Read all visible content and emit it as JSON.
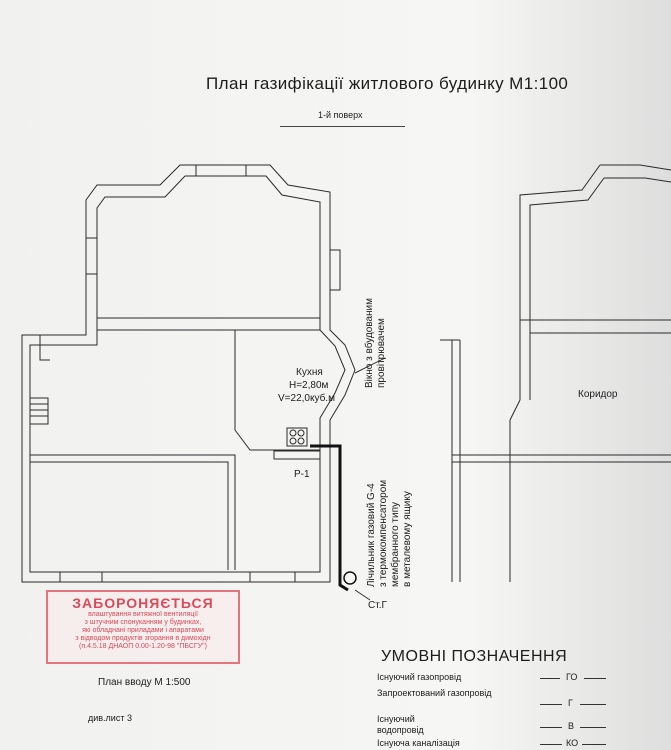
{
  "title": "План  газифікації   житлового будинку  М1:100",
  "floor_label": "1-й  поверх",
  "rooms": {
    "kitchen": {
      "name": "Кухня",
      "height": "Н=2,80м",
      "volume": "V=22,0куб.м"
    },
    "corridor": "Коридор"
  },
  "annotations": {
    "vent": [
      "Вікно з вбудованим",
      "провітрювачем"
    ],
    "meter": [
      "Лічильник газовий G-4",
      "з термокомпенсатором",
      "мембранного типу",
      "в металевому ящику"
    ],
    "riser": "Р-1",
    "gas_riser": "Ст.Г"
  },
  "stamp": {
    "heading": "ЗАБОРОНЯЄТЬСЯ",
    "lines": [
      "влаштування витяжної вентиляції",
      "з штучним спонуканням у будинках,",
      "які обладнані приладами і апаратами",
      "з відводом продуктів згорання в димохідн",
      "(п.4.5.18 ДНАОП 0.00-1.20-98 \"ПБСГУ\")"
    ]
  },
  "intro_plan": "План вводу М 1:500",
  "sheet_ref": "див.лист 3",
  "legend": {
    "title": "УМОВНІ ПОЗНАЧЕННЯ",
    "items": [
      {
        "label": "Існуючий газопровід",
        "code": "ГО"
      },
      {
        "label": "Запроектований газопровід",
        "code": "Г"
      },
      {
        "label": "Існуючий водопровід",
        "code": "В"
      },
      {
        "label": "Існуюча каналізація",
        "code": "КО"
      }
    ]
  },
  "colors": {
    "ink": "#1c1c1c",
    "stamp": "#d74b5b",
    "paper": "#f3f3f1"
  }
}
